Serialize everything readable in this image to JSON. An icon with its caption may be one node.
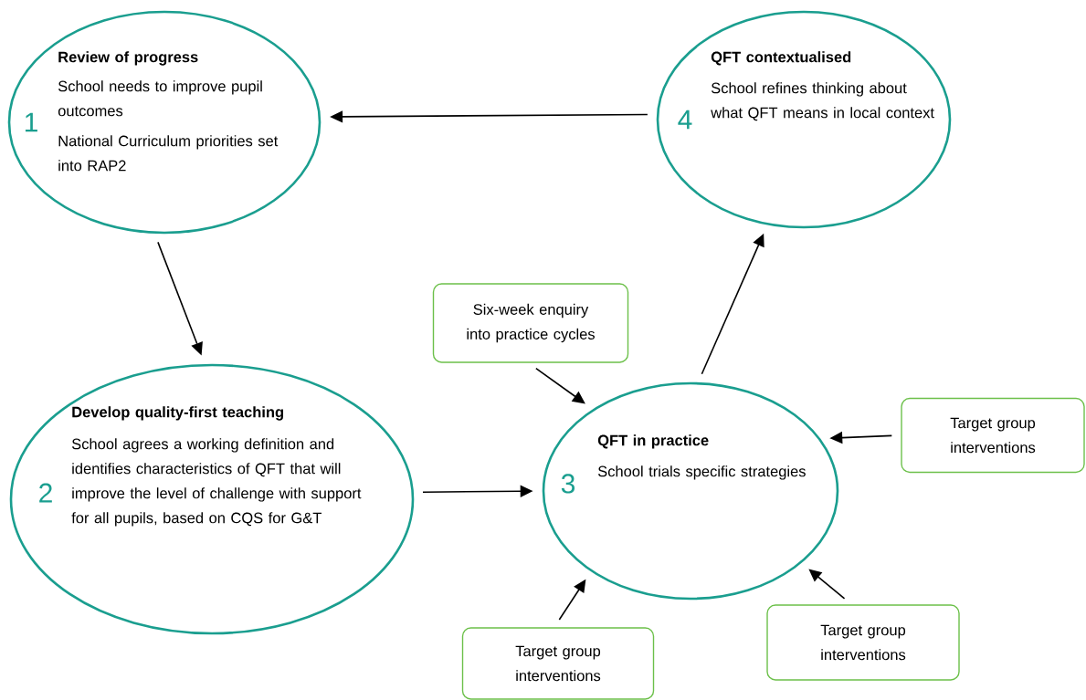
{
  "diagram": {
    "nodes": [
      {
        "text": [
          "Review of progress",
          "1",
          "School needs to improve pupil outcomes",
          "National Curriculum priorities set into RAP2"
        ]
      },
      {
        "text": [
          "QFT contextualised",
          "4",
          "School refines thinking about what QFT means in local context"
        ]
      },
      {
        "text": [
          "Develop quality-first teaching",
          "2",
          "School agrees a working definition and identifies characteristics of QFT that will improve the level of challenge with support for all pupils, based on CQS for G&T"
        ]
      },
      {
        "text": [
          "QFT in practice",
          "3",
          "School trials specific strategies"
        ]
      },
      {
        "text": [
          "Six-week enquiry into practice cycles"
        ]
      },
      {
        "text": [
          "Target group interventions"
        ]
      },
      {
        "text": [
          "Target group interventions"
        ]
      },
      {
        "text": [
          "Target group interventions"
        ]
      }
    ],
    "edges": [
      {
        "from": 1,
        "to": 0,
        "arrow": "to"
      },
      {
        "from": 0,
        "to": 2,
        "arrow": "to"
      },
      {
        "from": 2,
        "to": 3,
        "arrow": "to"
      },
      {
        "from": 3,
        "to": 1,
        "arrow": "to"
      },
      {
        "from": 4,
        "to": 3,
        "arrow": "to"
      },
      {
        "from": 5,
        "to": 3,
        "arrow": "to"
      },
      {
        "from": 6,
        "to": 3,
        "arrow": "to"
      },
      {
        "from": 7,
        "to": 3,
        "arrow": "to"
      }
    ]
  }
}
